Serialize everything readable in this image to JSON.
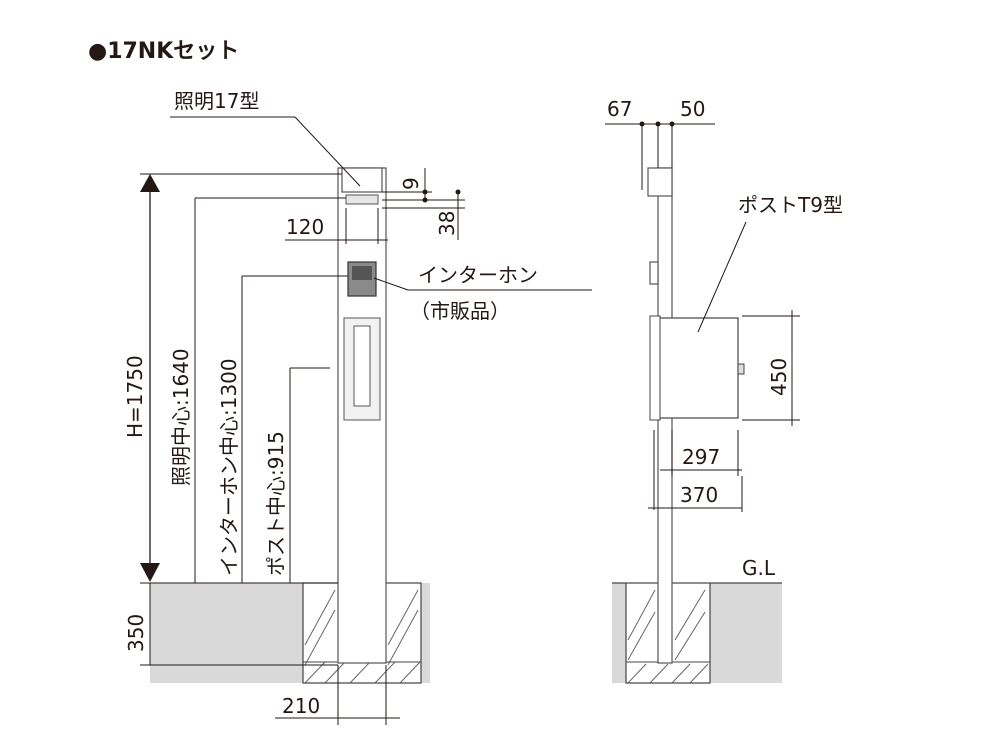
{
  "title": "●17NKセット",
  "front_view": {
    "lighting_label": "照明17型",
    "intercom_label": "インターホン",
    "intercom_note": "（市販品）",
    "dim_top_gap": "9",
    "dim_light_height": "38",
    "dim_light_width": "120",
    "dim_total_height": "H=1750",
    "dim_light_center": "照明中心:1640",
    "dim_intercom_center": "インターホン中心:1300",
    "dim_post_center": "ポスト中心:915",
    "dim_embed_depth": "350",
    "dim_base_width": "210"
  },
  "side_view": {
    "dim_top_left": "67",
    "dim_top_right": "50",
    "post_label": "ポストT9型",
    "dim_post_height": "450",
    "dim_post_depth": "297",
    "dim_total_depth": "370",
    "ground_label": "G.L"
  }
}
